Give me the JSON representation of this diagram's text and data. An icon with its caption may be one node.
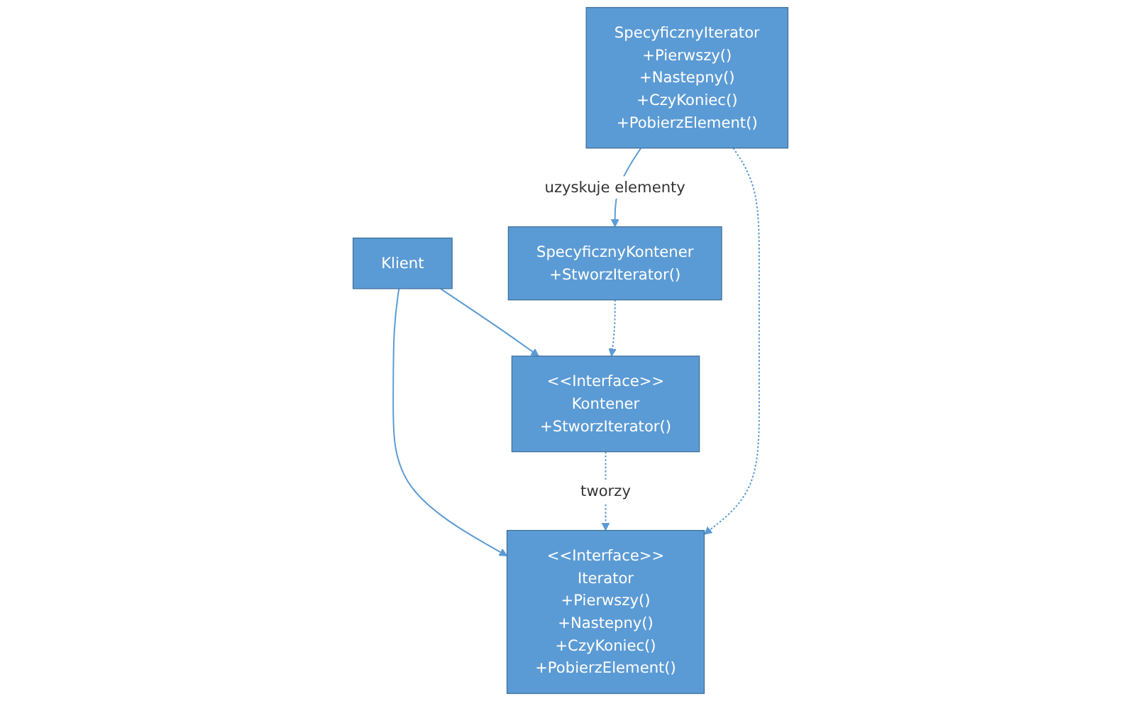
{
  "diagram": {
    "nodes": [
      {
        "text": [
          "Klient"
        ]
      },
      {
        "text": [
          "<<Interface>>",
          "Kontener",
          "+StworzIterator()"
        ]
      },
      {
        "text": [
          "<<Interface>>",
          "Iterator",
          "+Pierwszy()",
          "+Nastepny()",
          "+CzyKoniec()",
          "+PobierzElement()"
        ]
      },
      {
        "text": [
          "SpecyficznyKontener",
          "+StworzIterator()"
        ]
      },
      {
        "text": [
          "SpecyficznyIterator",
          "+Pierwszy()",
          "+Nastepny()",
          "+CzyKoniec()",
          "+PobierzElement()"
        ]
      }
    ],
    "edges": [
      {
        "from": 0,
        "to": 1,
        "arrow": "to"
      },
      {
        "from": 0,
        "to": 2,
        "arrow": "to"
      },
      {
        "from": 1,
        "to": 2,
        "arrow": "to",
        "label": "tworzy",
        "style": "dashed"
      },
      {
        "from": 3,
        "to": 1,
        "arrow": "to",
        "style": "dashed"
      },
      {
        "from": 4,
        "to": 2,
        "arrow": "to",
        "style": "dashed"
      },
      {
        "from": 4,
        "to": 3,
        "arrow": "to",
        "label": "uzyskuje elementy"
      }
    ]
  }
}
